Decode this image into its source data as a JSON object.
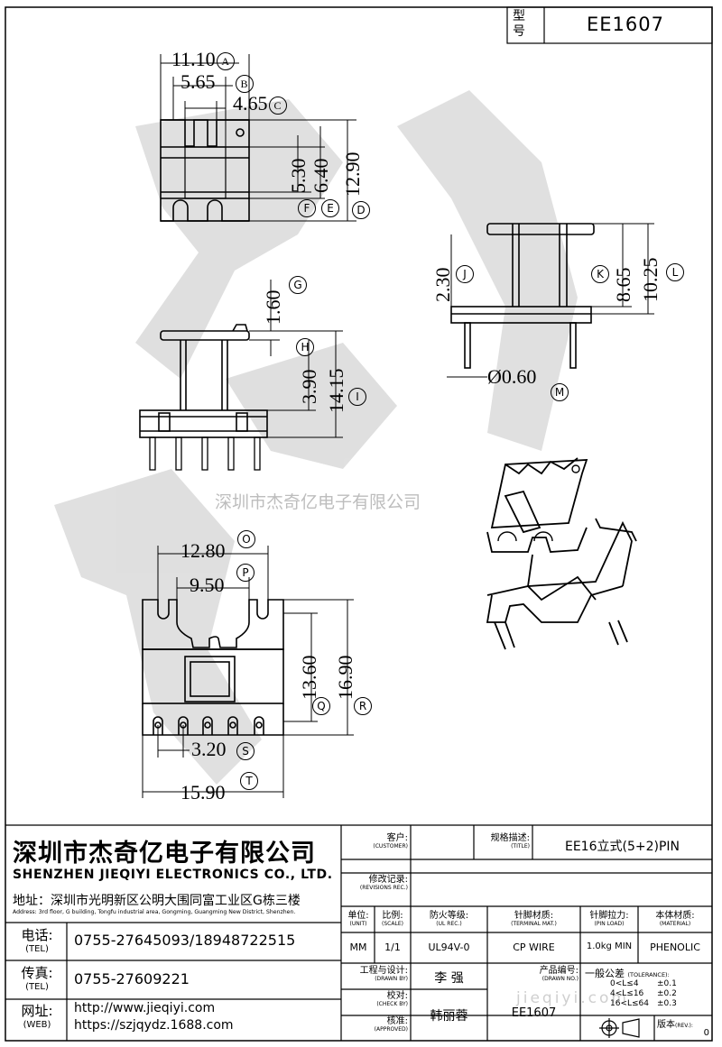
{
  "header": {
    "model_label_1": "型",
    "model_label_2": "号",
    "model_value": "EE1607"
  },
  "watermark": {
    "company_text": "深圳市杰奇亿电子有限公司",
    "url_text": "jieqiyi.com"
  },
  "dimensions": {
    "top_view": [
      {
        "value": "11.10",
        "tag": "A"
      },
      {
        "value": "5.65",
        "tag": "B"
      },
      {
        "value": "4.65",
        "tag": "C"
      },
      {
        "value": "12.90",
        "tag": "D"
      },
      {
        "value": "6.40",
        "tag": "E"
      },
      {
        "value": "5.30",
        "tag": "F"
      }
    ],
    "front_view": [
      {
        "value": "1.60",
        "tag": "G"
      },
      {
        "value": "3.90",
        "tag": "H"
      },
      {
        "value": "14.15",
        "tag": "I"
      }
    ],
    "side_view": [
      {
        "value": "2.30",
        "tag": "J"
      },
      {
        "value": "8.65",
        "tag": "K"
      },
      {
        "value": "10.25",
        "tag": "L"
      },
      {
        "value": "Ø0.60",
        "tag": "M"
      }
    ],
    "bottom_view": [
      {
        "value": "12.80",
        "tag": "O"
      },
      {
        "value": "9.50",
        "tag": "P"
      },
      {
        "value": "13.60",
        "tag": "Q"
      },
      {
        "value": "16.90",
        "tag": "R"
      },
      {
        "value": "3.20",
        "tag": "S"
      },
      {
        "value": "15.90",
        "tag": "T"
      }
    ]
  },
  "company": {
    "name_cn": "深圳市杰奇亿电子有限公司",
    "name_en": "SHENZHEN JIEQIYI ELECTRONICS CO., LTD.",
    "address_label": "地址：",
    "address_cn": "深圳市光明新区公明大围同富工业区G栋三楼",
    "address_en": "Address: 3rd floor, G building, Tongfu industrial area, Gongming, Guangming New District, Shenzhen.",
    "tel_label": "电话:",
    "tel_label_en": "(TEL)",
    "tel_value": "0755-27645093/18948722515",
    "fax_label": "传真:",
    "fax_label_en": "(TEL)",
    "fax_value": "0755-27609221",
    "web_label": "网址:",
    "web_label_en": "(WEB)",
    "web_value_1": "http://www.jieqiyi.com",
    "web_value_2": "https://szjqydz.1688.com"
  },
  "titleblock": {
    "customer_label": "客户:",
    "customer_label_en": "(CUSTOMER)",
    "customer_value": "",
    "spec_label": "规格描述:",
    "spec_label_en": "(TITLE)",
    "spec_value": "EE16立式(5+2)PIN",
    "revision_label": "修改记录:",
    "revision_label_en": "(REVISIONS REC.)",
    "unit_label": "单位:",
    "unit_label_en": "(UNIT)",
    "unit_value": "MM",
    "scale_label": "比例:",
    "scale_label_en": "(SCALE)",
    "scale_value": "1/1",
    "fire_label": "防火等级:",
    "fire_label_en": "(UL REC.)",
    "fire_value": "UL94V-0",
    "terminal_label": "针脚材质:",
    "terminal_label_en": "(TERMINAL MAT.)",
    "terminal_value": "CP WIRE",
    "pinload_label": "针脚拉力:",
    "pinload_label_en": "(PIN LOAD)",
    "pinload_value": "1.0kg MIN",
    "material_label": "本体材质:",
    "material_label_en": "(MATERIAL)",
    "material_value": "PHENOLIC",
    "drawn_label": "工程与设计:",
    "drawn_label_en": "(DRAWN BY)",
    "drawn_value": "李  强",
    "check_label": "校对:",
    "check_label_en": "(CHECK BY)",
    "approved_label": "核准:",
    "approved_label_en": "(APPROVED)",
    "approved_value": "韩丽蓉",
    "productno_label": "产品编号:",
    "productno_label_en": "(DRAWN NO.)",
    "productno_value": "EE1607",
    "tolerance_label": "一般公差",
    "tolerance_label_en": "(TOLERANCE):",
    "tolerance_rows": [
      {
        "range": "0<L≤4",
        "value": "±0.1"
      },
      {
        "range": "4<L≤16",
        "value": "±0.2"
      },
      {
        "range": "16<L≤64",
        "value": "±0.3"
      }
    ],
    "version_label": "版本",
    "version_label_en": "(REV.):",
    "version_value": "0"
  }
}
